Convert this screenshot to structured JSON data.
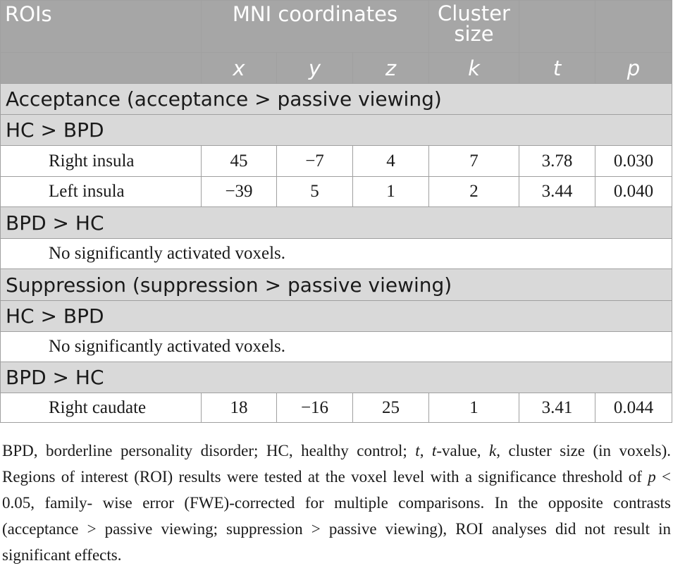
{
  "table": {
    "header": {
      "rois": "ROIs",
      "mni": "MNI coordinates",
      "cluster_line1": "Cluster",
      "cluster_line2": "size",
      "sub": [
        "x",
        "y",
        "z",
        "k",
        "t",
        "p"
      ]
    },
    "sections": [
      {
        "title": "Acceptance (acceptance > passive viewing)",
        "groups": [
          {
            "label": "HC > BPD",
            "rows": [
              {
                "region": "Right insula",
                "x": "45",
                "y": "−7",
                "z": "4",
                "k": "7",
                "t": "3.78",
                "p": "0.030"
              },
              {
                "region": "Left insula",
                "x": "−39",
                "y": "5",
                "z": "1",
                "k": "2",
                "t": "3.44",
                "p": "0.040"
              }
            ]
          },
          {
            "label": "BPD > HC",
            "note": "No significantly activated voxels."
          }
        ]
      },
      {
        "title": "Suppression (suppression > passive viewing)",
        "groups": [
          {
            "label": "HC > BPD",
            "note": "No significantly activated voxels."
          },
          {
            "label": "BPD > HC",
            "rows": [
              {
                "region": "Right caudate",
                "x": "18",
                "y": "−16",
                "z": "25",
                "k": "1",
                "t": "3.41",
                "p": "0.044"
              }
            ]
          }
        ]
      }
    ]
  },
  "caption": {
    "p1": "BPD, borderline personality disorder; HC, healthy control; ",
    "t1": "t",
    "p2": ", ",
    "t2": "t",
    "p3": "-value, ",
    "k": "k",
    "p4": ", cluster size (in voxels). Regions of interest (ROI) results were tested at the voxel level with a significance threshold of ",
    "p": "p",
    "p5": " < 0.05, family- wise error (FWE)-corrected for multiple comparisons. In the opposite contrasts (acceptance > passive viewing; suppression > passive viewing), ROI analyses did not result in significant effects."
  },
  "colors": {
    "header_bg": "#a6a6a6",
    "section_bg": "#d9d9d9",
    "border": "#a0a0a0",
    "text": "#1a1a1a"
  }
}
